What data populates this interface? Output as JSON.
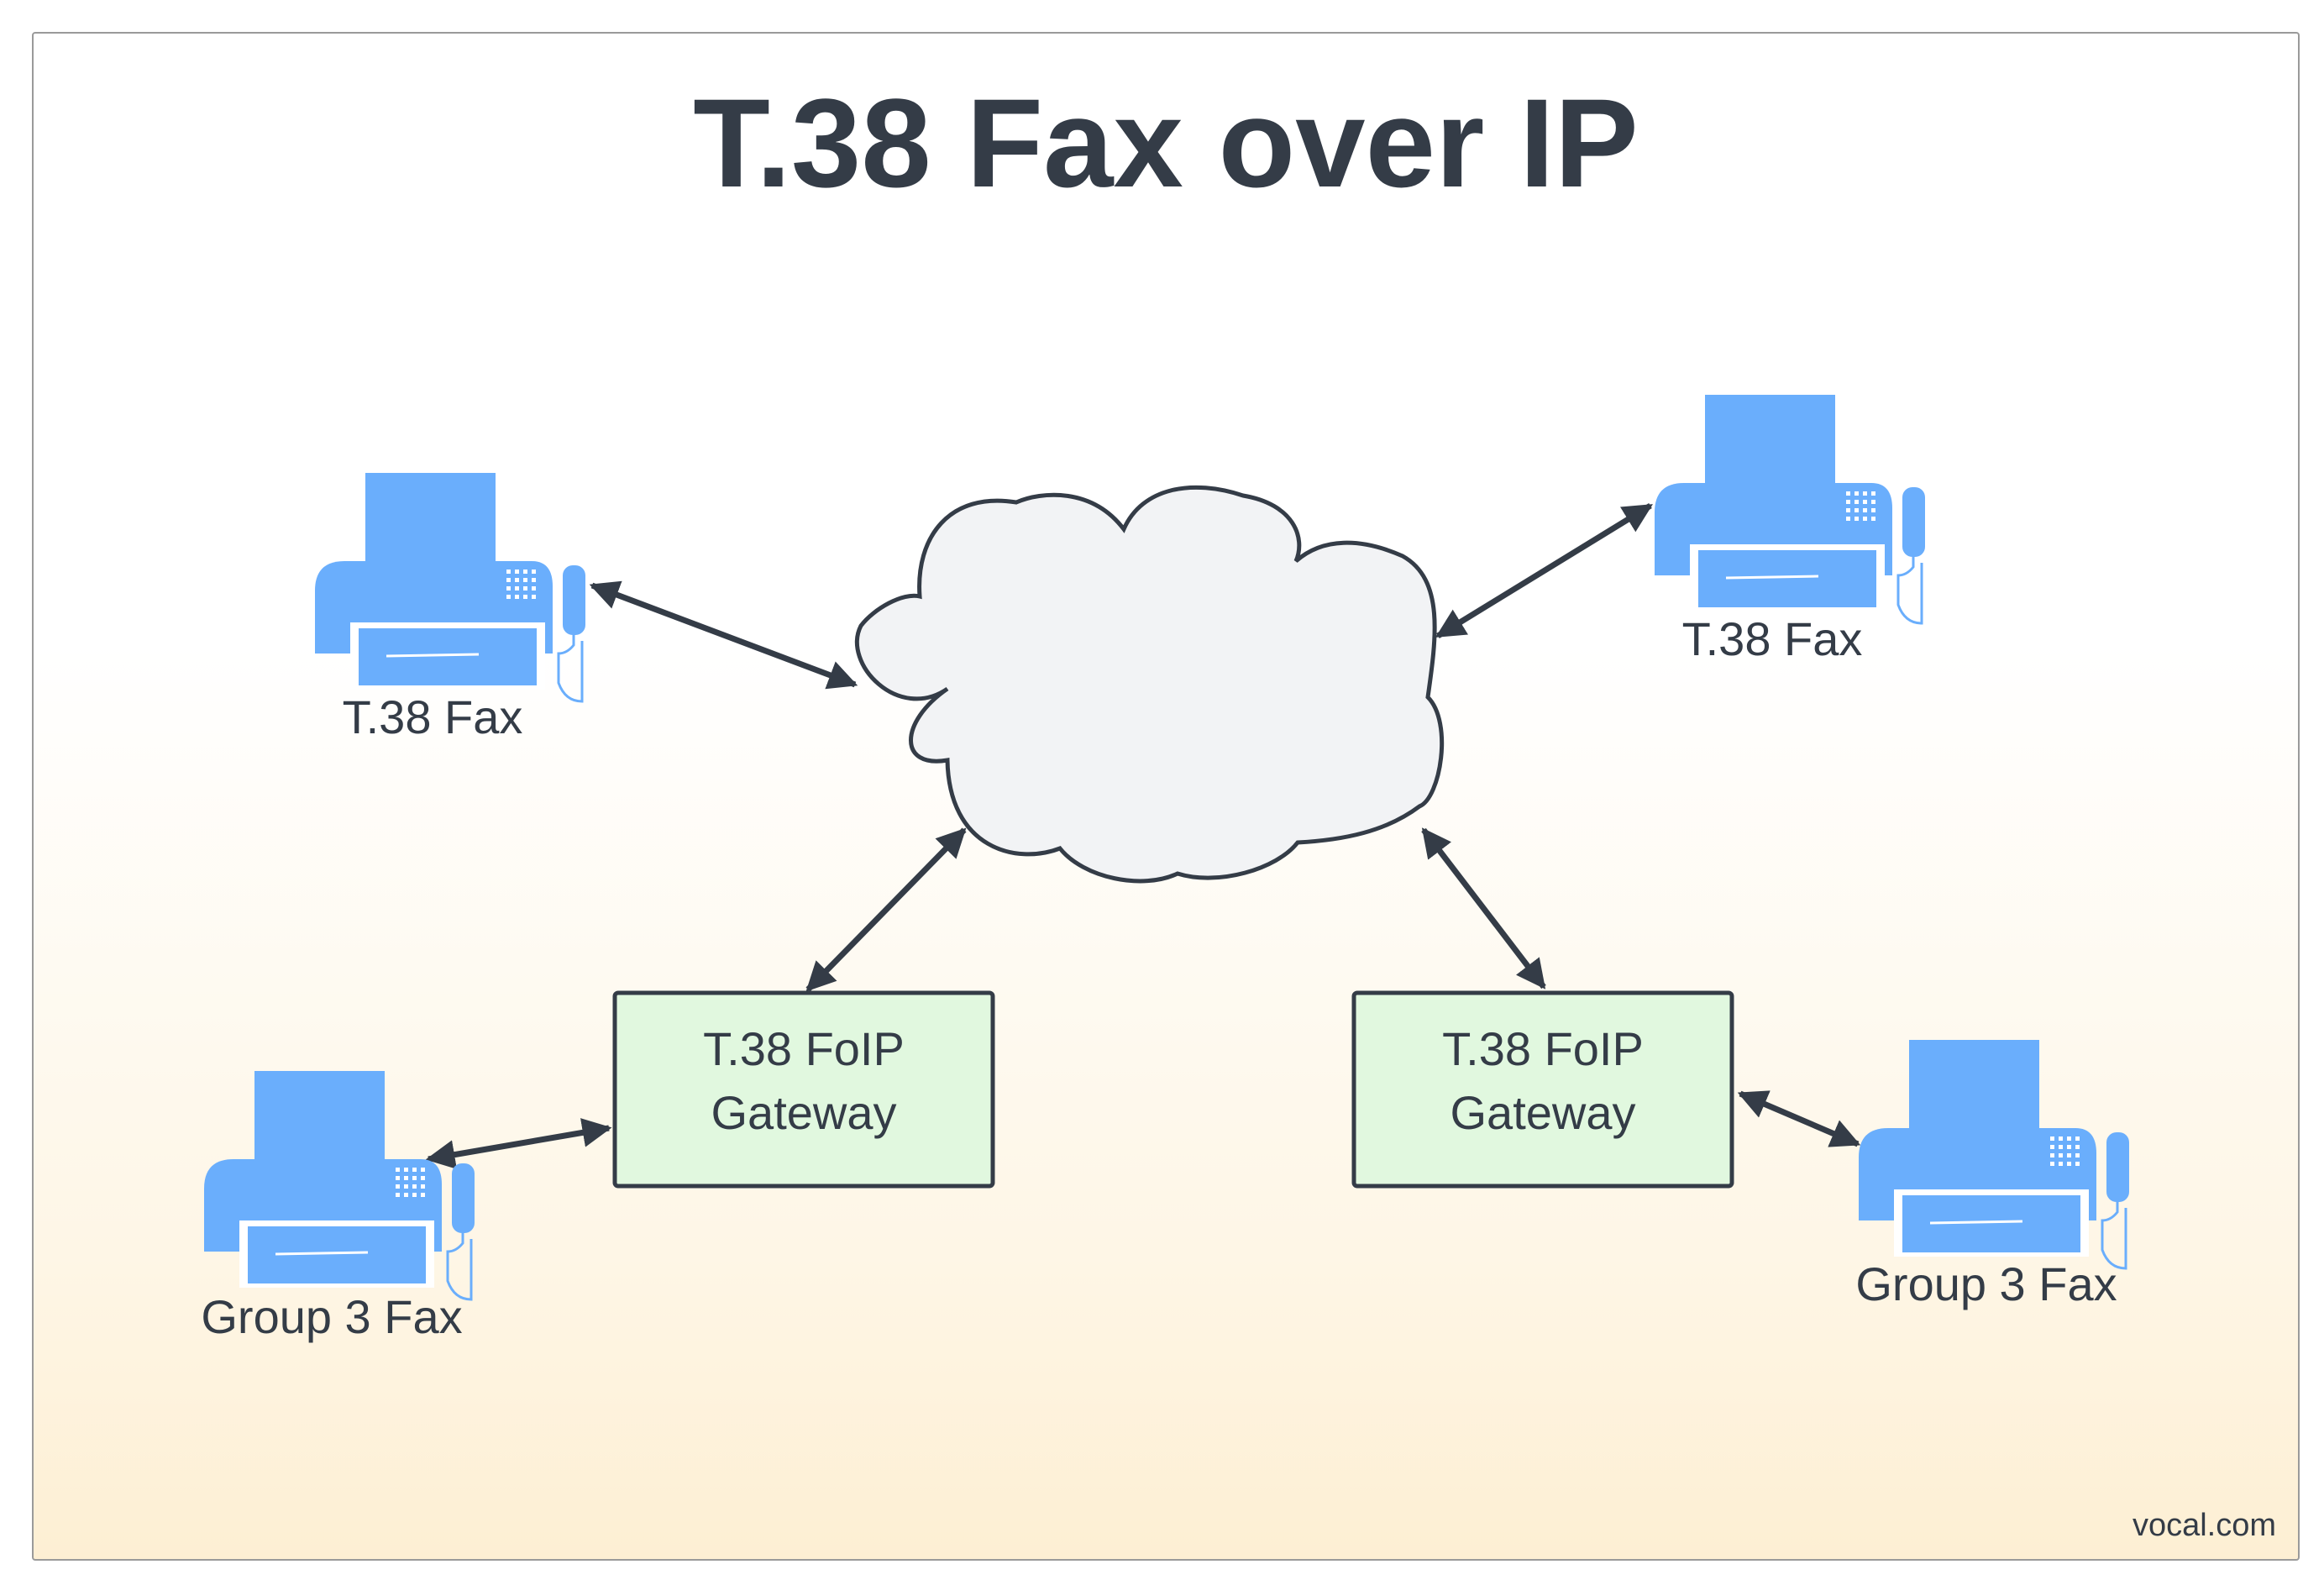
{
  "title": "T.38 Fax over IP",
  "footer": "vocal.com",
  "colors": {
    "text": "#343c47",
    "fax_icon": "#6aaefc",
    "cloud_fill": "#f2f3f5",
    "gateway_fill": "#e1f8df",
    "arrow": "#343c47"
  },
  "nodes": {
    "fax_top_left": {
      "label": "T.38 Fax",
      "icon": "fax-machine-icon"
    },
    "fax_top_right": {
      "label": "T.38 Fax",
      "icon": "fax-machine-icon"
    },
    "fax_bottom_left": {
      "label": "Group 3 Fax",
      "icon": "fax-machine-icon"
    },
    "fax_bottom_right": {
      "label": "Group 3 Fax",
      "icon": "fax-machine-icon"
    },
    "gateway_left": {
      "line1": "T.38 FoIP",
      "line2": "Gateway"
    },
    "gateway_right": {
      "line1": "T.38 FoIP",
      "line2": "Gateway"
    },
    "cloud": {
      "icon": "ip-network-cloud"
    }
  },
  "connections": [
    {
      "from": "fax_top_left",
      "to": "cloud",
      "type": "bidirectional"
    },
    {
      "from": "fax_top_right",
      "to": "cloud",
      "type": "bidirectional"
    },
    {
      "from": "gateway_left",
      "to": "cloud",
      "type": "bidirectional"
    },
    {
      "from": "gateway_right",
      "to": "cloud",
      "type": "bidirectional"
    },
    {
      "from": "fax_bottom_left",
      "to": "gateway_left",
      "type": "bidirectional"
    },
    {
      "from": "fax_bottom_right",
      "to": "gateway_right",
      "type": "bidirectional"
    }
  ]
}
